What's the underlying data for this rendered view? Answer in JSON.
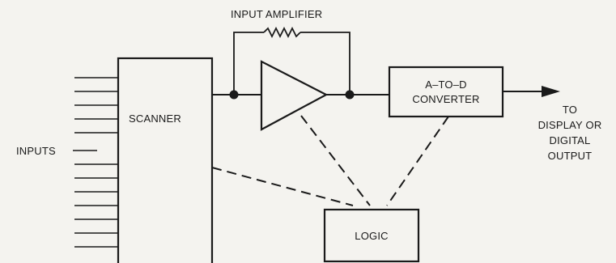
{
  "labels": {
    "input_amplifier": "INPUT AMPLIFIER",
    "scanner": "SCANNER",
    "inputs": "INPUTS",
    "converter_line1": "A–TO–D",
    "converter_line2": "CONVERTER",
    "logic": "LOGIC",
    "output_line1": "TO",
    "output_line2": "DISPLAY OR",
    "output_line3": "DIGITAL",
    "output_line4": "OUTPUT"
  }
}
